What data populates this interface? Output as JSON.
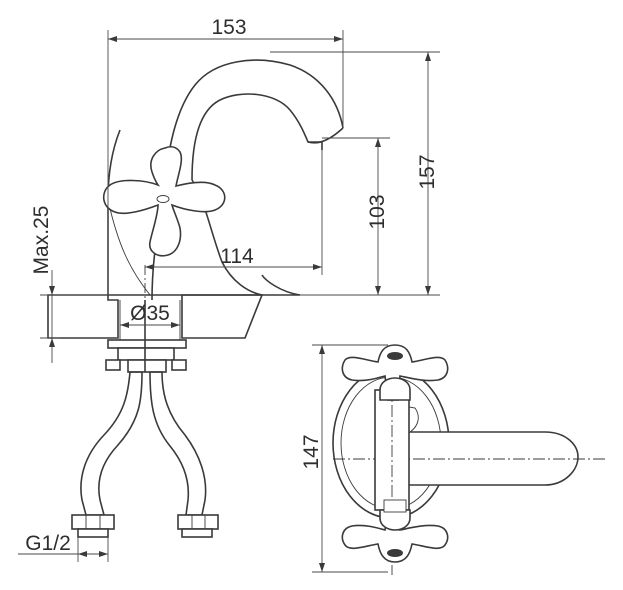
{
  "dimensions": {
    "total_reach": "153",
    "total_height": "157",
    "spout_height": "103",
    "spout_reach": "114",
    "max_deck": "Max.25",
    "hole_diameter": "Ø35",
    "connection_thread": "G1/2",
    "handle_span": "147"
  }
}
